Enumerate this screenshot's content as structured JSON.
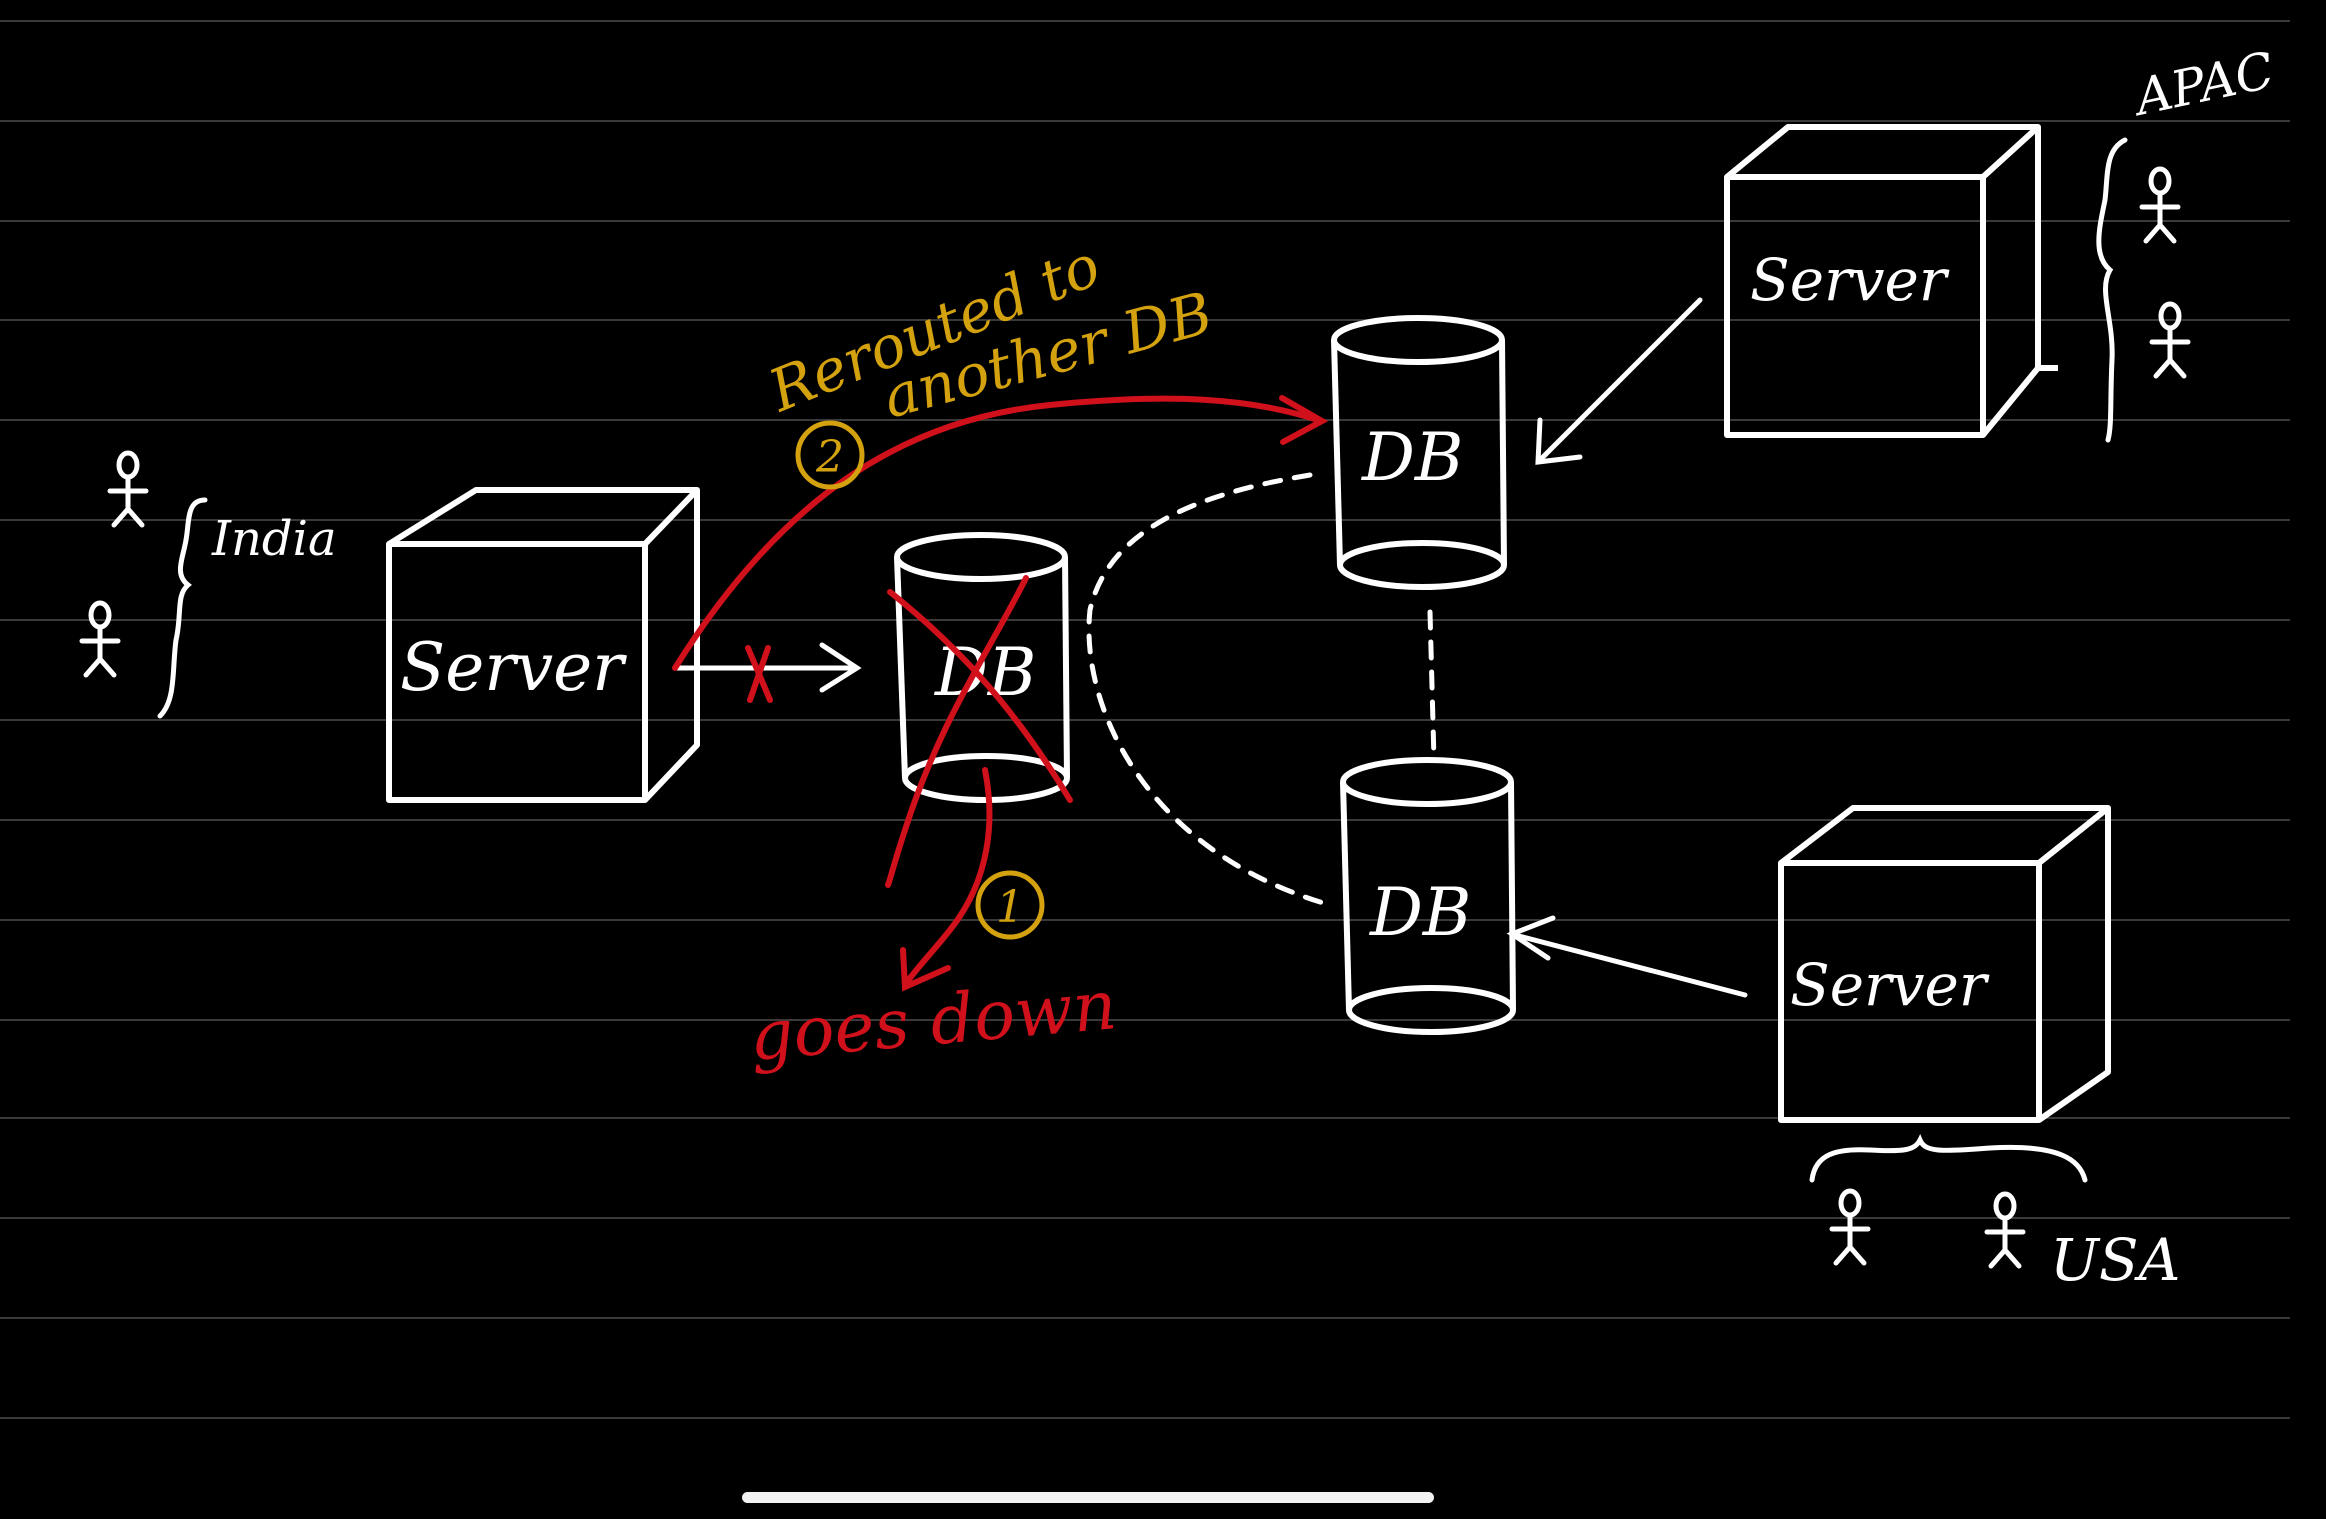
{
  "colors": {
    "background": "#000000",
    "ink": "#ffffff",
    "annotation_gold": "#d4a20e",
    "annotation_red": "#d0101b",
    "ruled_line": "#3a3a3a"
  },
  "nodes": {
    "server_india": "Server",
    "server_apac": "Server",
    "server_usa": "Server",
    "db_india": "DB",
    "db_apac": "DB",
    "db_usa": "DB"
  },
  "regions": {
    "india": "India",
    "apac": "APAC",
    "usa": "USA"
  },
  "annotations": {
    "rerouted_line1": "Rerouted to",
    "rerouted_line2": "another DB",
    "step2": "2",
    "step1": "1",
    "goes_down": "goes down"
  },
  "icons": [
    "stick-figure-icon",
    "failure-cross-icon",
    "arrow-icon"
  ]
}
